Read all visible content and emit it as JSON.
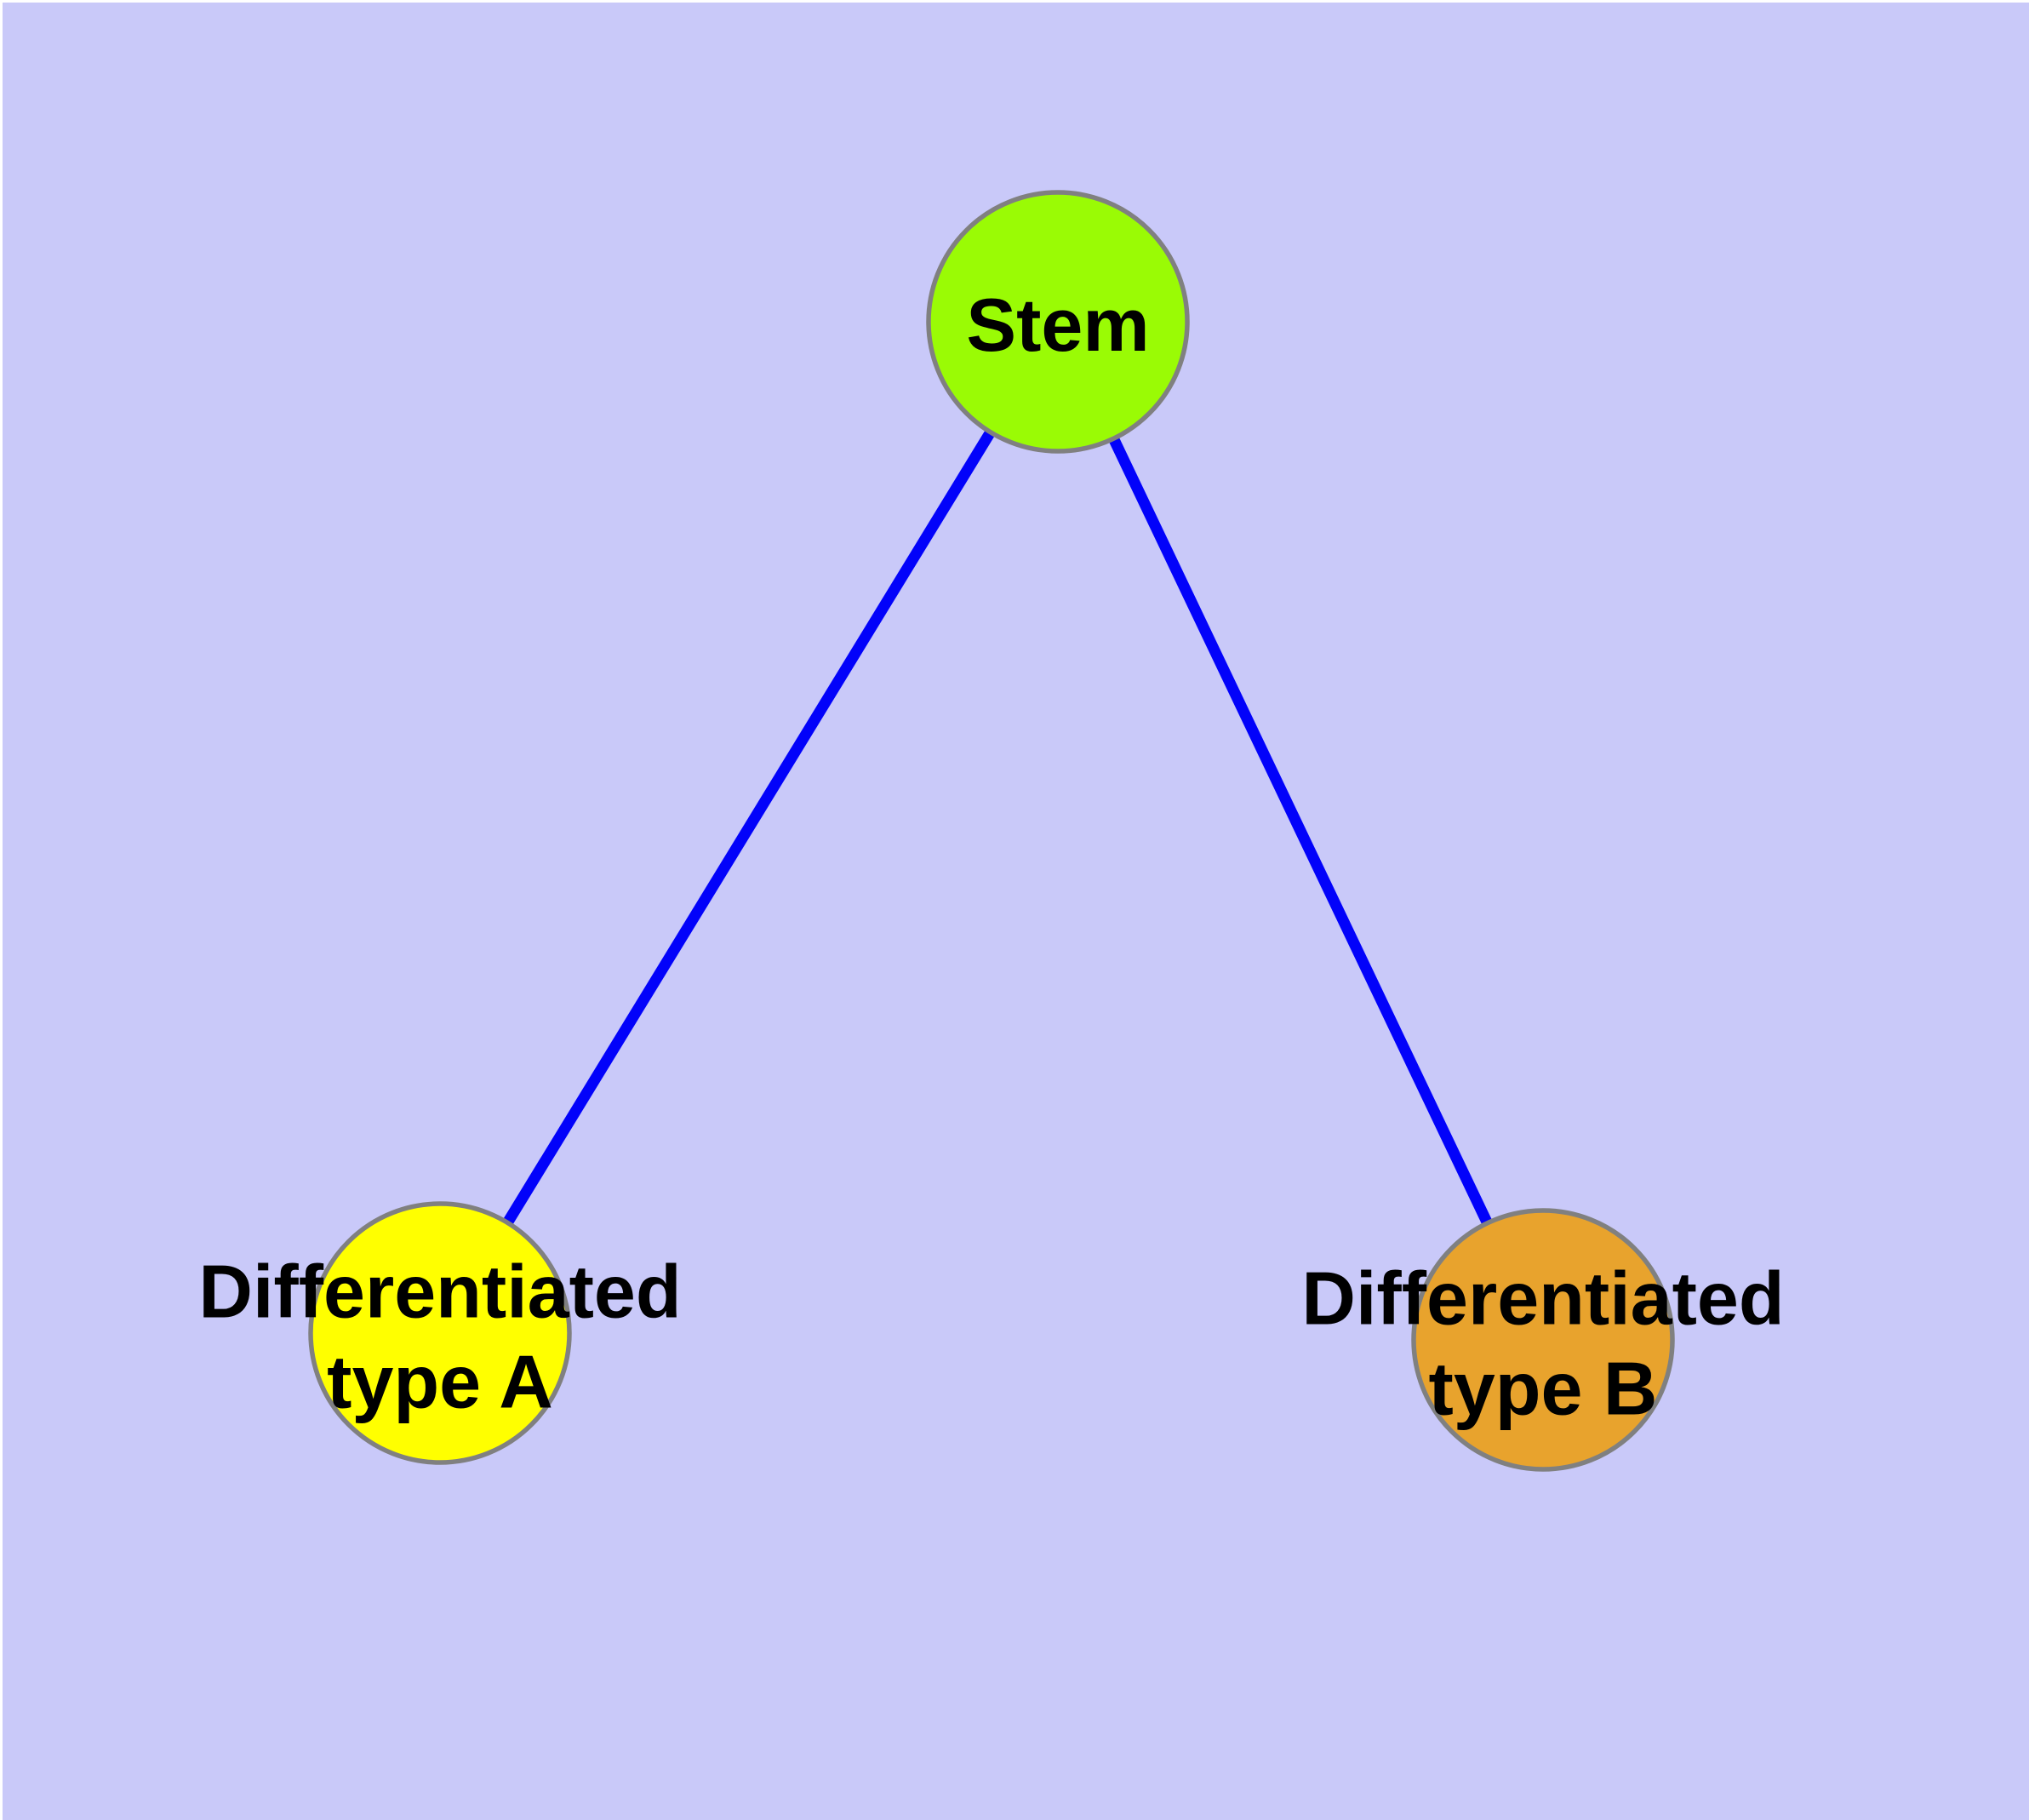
{
  "diagram": {
    "type": "node-link-graph",
    "description": "Cell differentiation hierarchy: Stem node linked to two differentiated cell type nodes",
    "colors": {
      "background": "#C9C9F9",
      "frame": "#FFFFFF",
      "edge": "#0202FA",
      "node_border": "#808080",
      "label": "#000000"
    },
    "nodes": [
      {
        "id": "stem",
        "label": "Stem",
        "fill": "#9AFB05"
      },
      {
        "id": "type-a",
        "label": "Differentiated\ntype A",
        "fill": "#FFFF00"
      },
      {
        "id": "type-b",
        "label": "Differentiated\ntype B",
        "fill": "#E8A32D"
      }
    ],
    "edges": [
      {
        "from": "Stem",
        "to": "Differentiated type A"
      },
      {
        "from": "Stem",
        "to": "Differentiated type B"
      }
    ]
  }
}
